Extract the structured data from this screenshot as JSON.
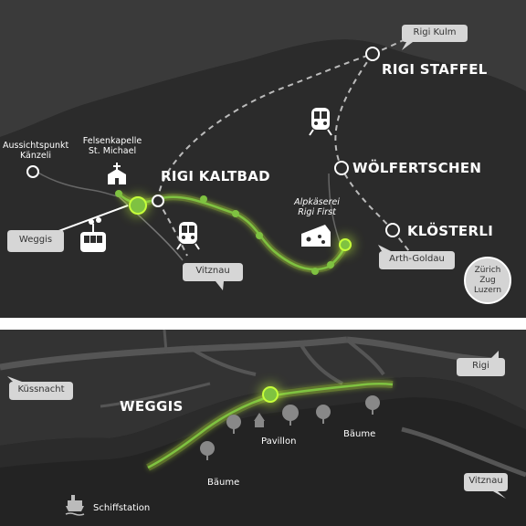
{
  "map_top": {
    "stations": {
      "rigi_staffel": "RIGI STAFFEL",
      "rigi_kaltbad": "RIGI KALTBAD",
      "wolfertschen": "WÖLFERTSCHEN",
      "klosterli": "KLÖSTERLI"
    },
    "pois": {
      "aussichtspunkt": [
        "Aussichtspunkt",
        "Känzeli"
      ],
      "felsenkapelle": [
        "Felsenkapelle",
        "St. Michael"
      ],
      "alpkaeserei": [
        "Alpkäserei",
        "Rigi First"
      ]
    },
    "tags": {
      "rigi_kulm": "Rigi Kulm",
      "weggis": "Weggis",
      "vitznau": "Vitznau",
      "arth_goldau": "Arth-Goldau"
    },
    "circle": [
      "Zürich",
      "Zug",
      "Luzern"
    ],
    "icons": [
      "church-icon",
      "cable-car-icon",
      "train-icon",
      "train-icon",
      "cheese-icon"
    ]
  },
  "map_bottom": {
    "town": "WEGGIS",
    "tags": {
      "kussnacht": "Küssnacht",
      "rigi": "Rigi",
      "vitznau": "Vitznau"
    },
    "places": {
      "pavillon": "Pavillon",
      "baeume_right": "Bäume",
      "baeume_left": "Bäume",
      "schiffstation": "Schiffstation"
    },
    "icons": [
      "tree-icon",
      "ship-icon"
    ]
  },
  "colors": {
    "background_dark": "#333333",
    "landmass": "#2a2a2a",
    "route_green": "#7fc241",
    "glow": "#c6ff3a",
    "tag_fill": "#d6d6d6",
    "divider": "#ffffff"
  }
}
